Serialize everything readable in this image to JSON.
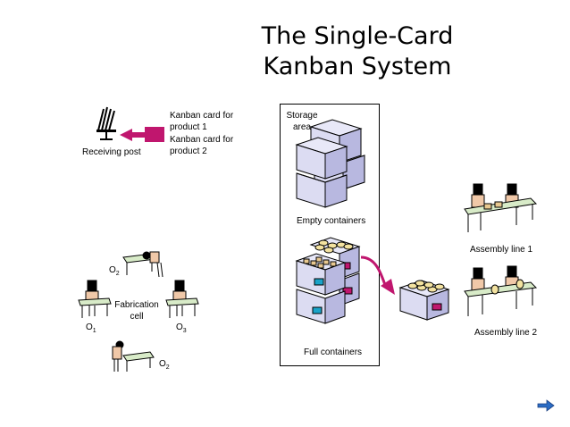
{
  "title_line1": "The Single-Card",
  "title_line2": "Kanban System",
  "receiving": {
    "post_label": "Receiving post",
    "card1_line1": "Kanban card for",
    "card1_line2": "product 1",
    "card2_line1": "Kanban card for",
    "card2_line2": "product 2"
  },
  "storage": {
    "line1": "Storage",
    "line2": "area",
    "empty_label": "Empty containers",
    "full_label": "Full containers"
  },
  "fabrication": {
    "line1": "Fabrication",
    "line2": "cell",
    "op_o1": "O",
    "op_o1_sub": "1",
    "op_o2_top": "O",
    "op_o2_top_sub": "2",
    "op_o3": "O",
    "op_o3_sub": "3",
    "op_o2_bottom": "O",
    "op_o2_bottom_sub": "2"
  },
  "assembly": {
    "line1_label": "Assembly line 1",
    "line2_label": "Assembly line 2"
  },
  "colors": {
    "kanban_card": "#c0166e",
    "container_face": "#dcdcf2",
    "container_side": "#b8b8e0",
    "container_top": "#e8e8f8",
    "card_cyan": "#1aa3c8",
    "table_green": "#d8ebc8",
    "worker_skin": "#f0c8a8",
    "nav_arrow": "#2b6cc4"
  },
  "icons": {
    "receiving_post": "receiving-post-icon",
    "nav": "next-slide-arrow-icon"
  }
}
